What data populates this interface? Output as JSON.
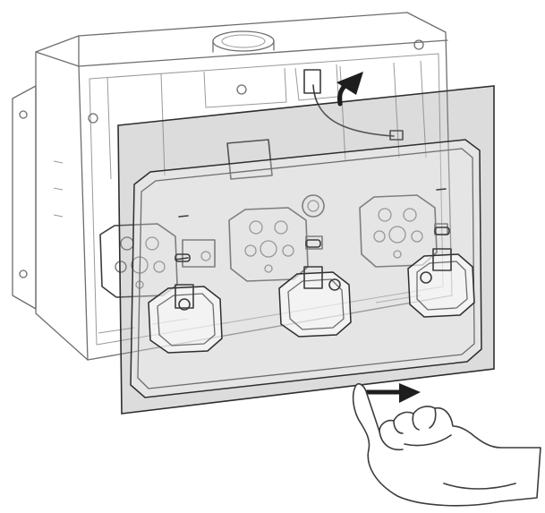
{
  "figure": {
    "background_color": "#ffffff",
    "line_color": "#3c3c3c",
    "panel_fill": "#8c8c8c",
    "arrow_color": "#1e1e1e"
  },
  "components": {
    "box": "mounting-box",
    "panel": "transparent-cover-panel",
    "outlets": [
      "left-outlet",
      "center-outlet",
      "right-outlet"
    ],
    "hand": "hand"
  },
  "arrows": [
    "arrow-up",
    "arrow-pull-out"
  ]
}
